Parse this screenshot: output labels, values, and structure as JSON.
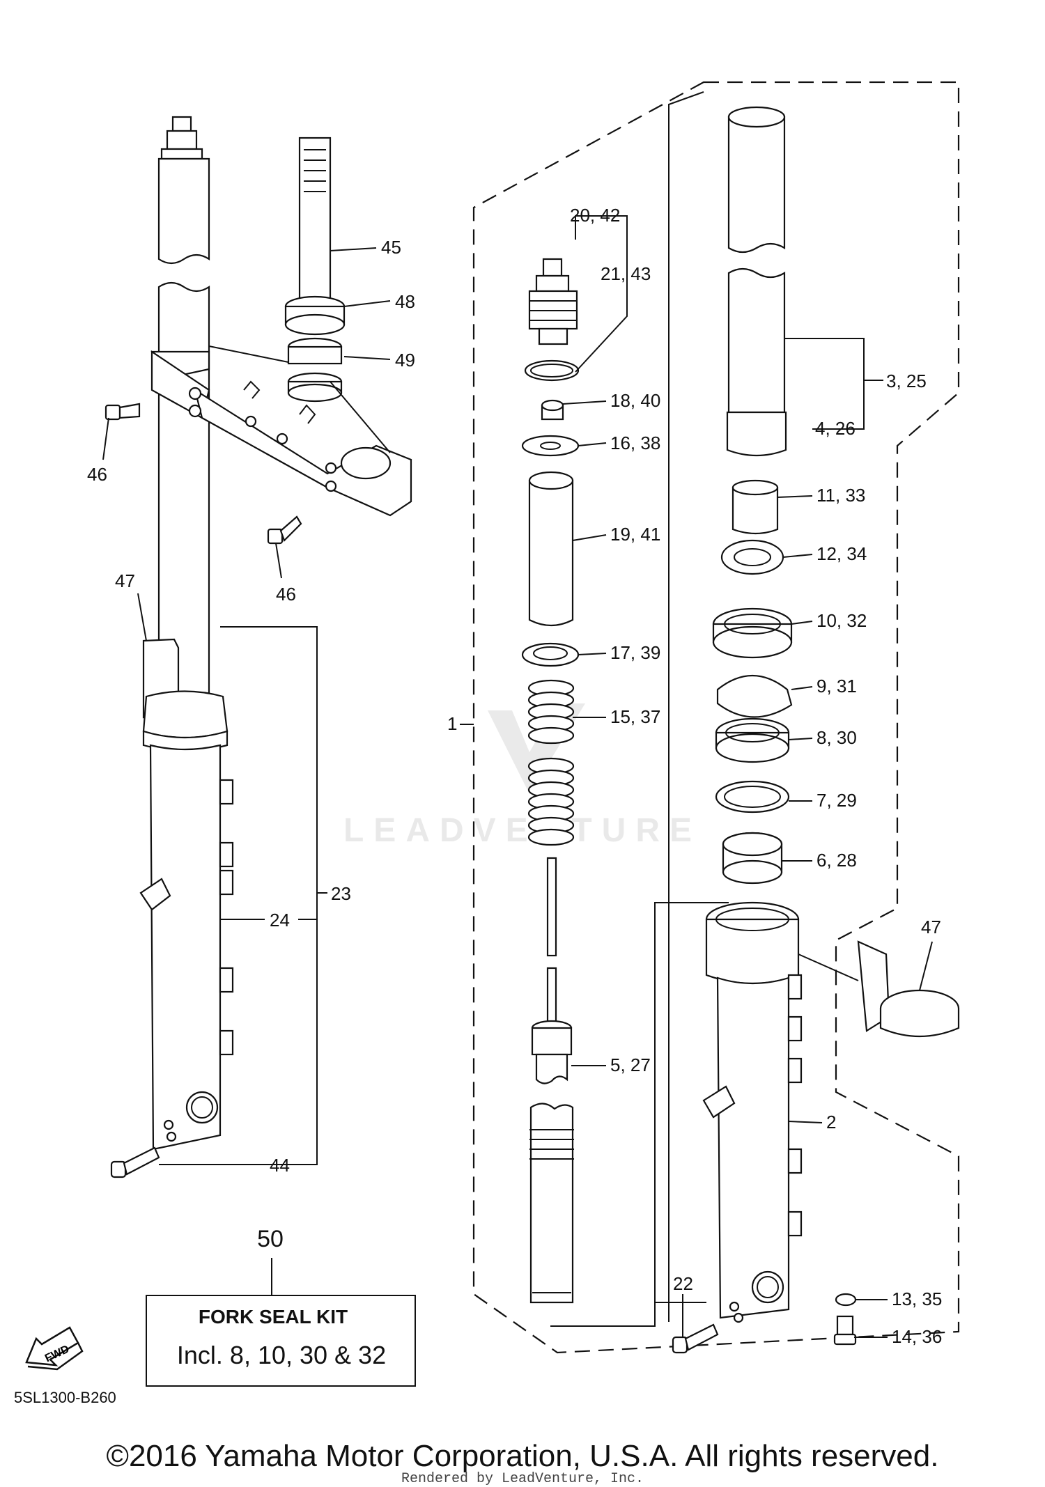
{
  "callouts": {
    "c1": "1",
    "c2": "2",
    "c3_25": "3, 25",
    "c4_26": "4, 26",
    "c5_27": "5, 27",
    "c6_28": "6, 28",
    "c7_29": "7, 29",
    "c8_30": "8, 30",
    "c9_31": "9, 31",
    "c10_32": "10, 32",
    "c11_33": "11, 33",
    "c12_34": "12, 34",
    "c13_35": "13, 35",
    "c14_36": "14, 36",
    "c15_37": "15, 37",
    "c16_38": "16, 38",
    "c17_39": "17, 39",
    "c18_40": "18, 40",
    "c19_41": "19, 41",
    "c20_42": "20, 42",
    "c21_43": "21, 43",
    "c22": "22",
    "c23": "23",
    "c24": "24",
    "c44": "44",
    "c45": "45",
    "c46a": "46",
    "c46b": "46",
    "c47a": "47",
    "c47b": "47",
    "c48": "48",
    "c49": "49",
    "c50": "50"
  },
  "kit": {
    "title": "FORK SEAL KIT",
    "includes": "Incl. 8, 10, 30 & 32"
  },
  "fwd_label": "FWD",
  "diagram_code": "5SL1300-B260",
  "watermark": "LEADVENTURE",
  "copyright": "©2016 Yamaha Motor Corporation, U.S.A. All rights reserved.",
  "rendered_by": "Rendered by LeadVenture, Inc."
}
